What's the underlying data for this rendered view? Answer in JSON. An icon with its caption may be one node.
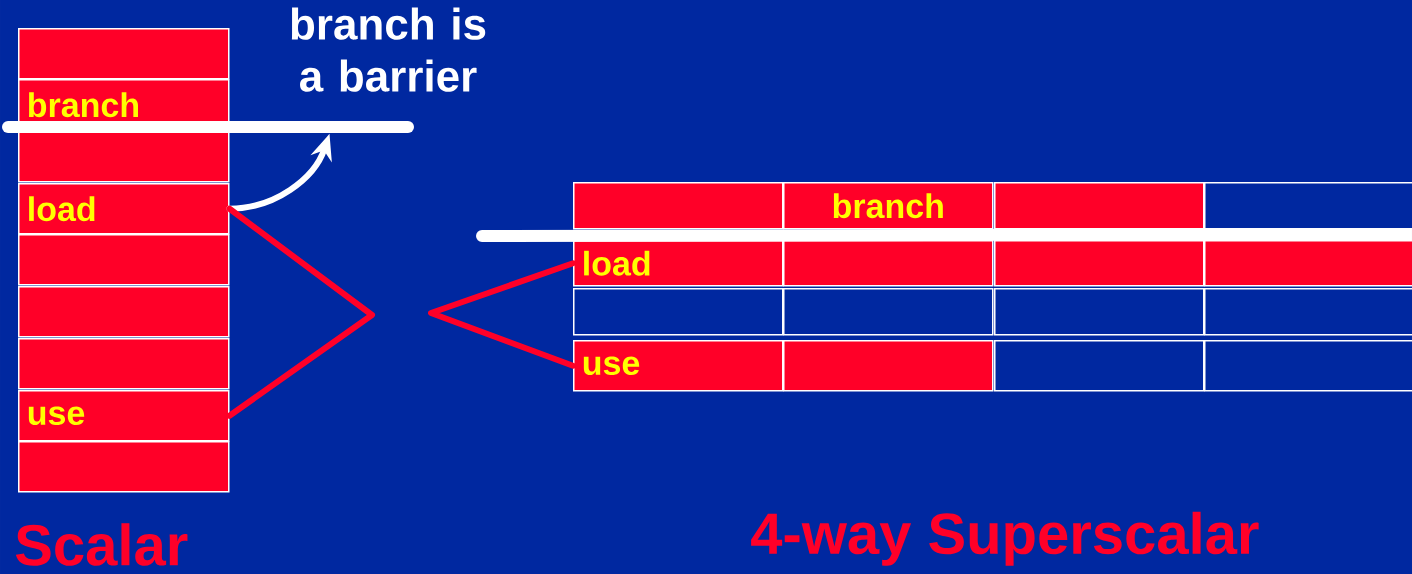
{
  "diagram": {
    "nodes": [
      {
        "text": [],
        "shape": "box"
      },
      {
        "text": [
          "branch"
        ]
      },
      {
        "text": [],
        "shape": "box"
      },
      {
        "text": [
          "load"
        ]
      },
      {
        "text": [],
        "shape": "box"
      },
      {
        "text": [],
        "shape": "box"
      },
      {
        "text": [],
        "shape": "box"
      },
      {
        "text": [
          "use"
        ]
      },
      {
        "text": [],
        "shape": "box"
      },
      {
        "text": [],
        "shape": "box"
      },
      {
        "text": [
          "branch"
        ]
      },
      {
        "text": [],
        "shape": "box"
      },
      {
        "text": [],
        "shape": "box"
      },
      {
        "text": [
          "load"
        ]
      },
      {
        "text": [],
        "shape": "box"
      },
      {
        "text": [],
        "shape": "box"
      },
      {
        "text": [],
        "shape": "box"
      },
      {
        "text": [],
        "shape": "box"
      },
      {
        "text": [],
        "shape": "box"
      },
      {
        "text": [],
        "shape": "box"
      },
      {
        "text": [],
        "shape": "box"
      },
      {
        "text": [
          "use"
        ]
      },
      {
        "text": [],
        "shape": "box"
      },
      {
        "text": [],
        "shape": "box"
      },
      {
        "text": [],
        "shape": "box"
      }
    ],
    "edges": [
      {
        "from": 3,
        "to": null,
        "arrow": "to",
        "color": "#ffffff"
      },
      {
        "from": 3,
        "to": 7,
        "arrow": "none"
      },
      {
        "from": 13,
        "to": 21,
        "arrow": "none"
      }
    ],
    "labels": [
      "branch is a barrier",
      "Scalar",
      "4-way Superscalar"
    ]
  }
}
